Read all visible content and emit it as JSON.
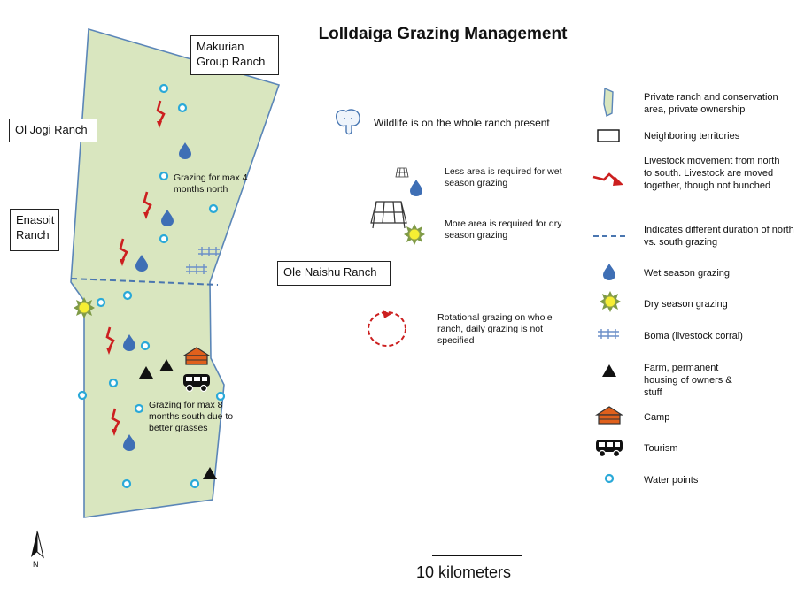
{
  "map": {
    "title": "Lolldaiga Grazing Management",
    "neighbors": {
      "makurian": "Makurian Group Ranch",
      "ol_jogi": "Ol Jogi Ranch",
      "enasoit": "Enasoit Ranch",
      "ole_naishu": "Ole Naishu Ranch"
    },
    "notes": {
      "north": "Grazing for max 4 months north",
      "south": "Grazing for max 8 months south due to better grasses"
    },
    "scale_label": "10 kilometers",
    "north_label": "N"
  },
  "info": {
    "wildlife": "Wildlife is on the whole ranch present",
    "less_area": "Less area is required  for wet season grazing",
    "more_area": "More area is required for dry season grazing",
    "rotational": "Rotational grazing on whole ranch, daily grazing is not specified"
  },
  "legend": {
    "items": [
      {
        "icon": "ranch-area-icon",
        "label": "Private ranch and conservation area, private ownership"
      },
      {
        "icon": "neighbor-box-icon",
        "label": "Neighboring territories"
      },
      {
        "icon": "livestock-arrow-icon",
        "label": "Livestock movement from north to south. Livestock are moved together, though not bunched"
      },
      {
        "icon": "dashed-line-icon",
        "label": "Indicates different duration of north vs. south grazing"
      },
      {
        "icon": "wet-drop-icon",
        "label": "Wet season grazing"
      },
      {
        "icon": "dry-sun-icon",
        "label": "Dry season grazing"
      },
      {
        "icon": "boma-icon",
        "label": "Boma (livestock corral)"
      },
      {
        "icon": "farm-triangle-icon",
        "label": "Farm, permanent housing of owners & stuff"
      },
      {
        "icon": "camp-icon",
        "label": "Camp"
      },
      {
        "icon": "tourism-van-icon",
        "label": "Tourism"
      },
      {
        "icon": "water-point-icon",
        "label": "Water points"
      }
    ]
  },
  "colors": {
    "ranch_fill": "#d9e6bf",
    "ranch_stroke": "#5b86b8",
    "water": "#2aa9d8",
    "drop": "#3f6fb5",
    "arrow": "#cc1f1f",
    "camp": "#e0601c"
  }
}
